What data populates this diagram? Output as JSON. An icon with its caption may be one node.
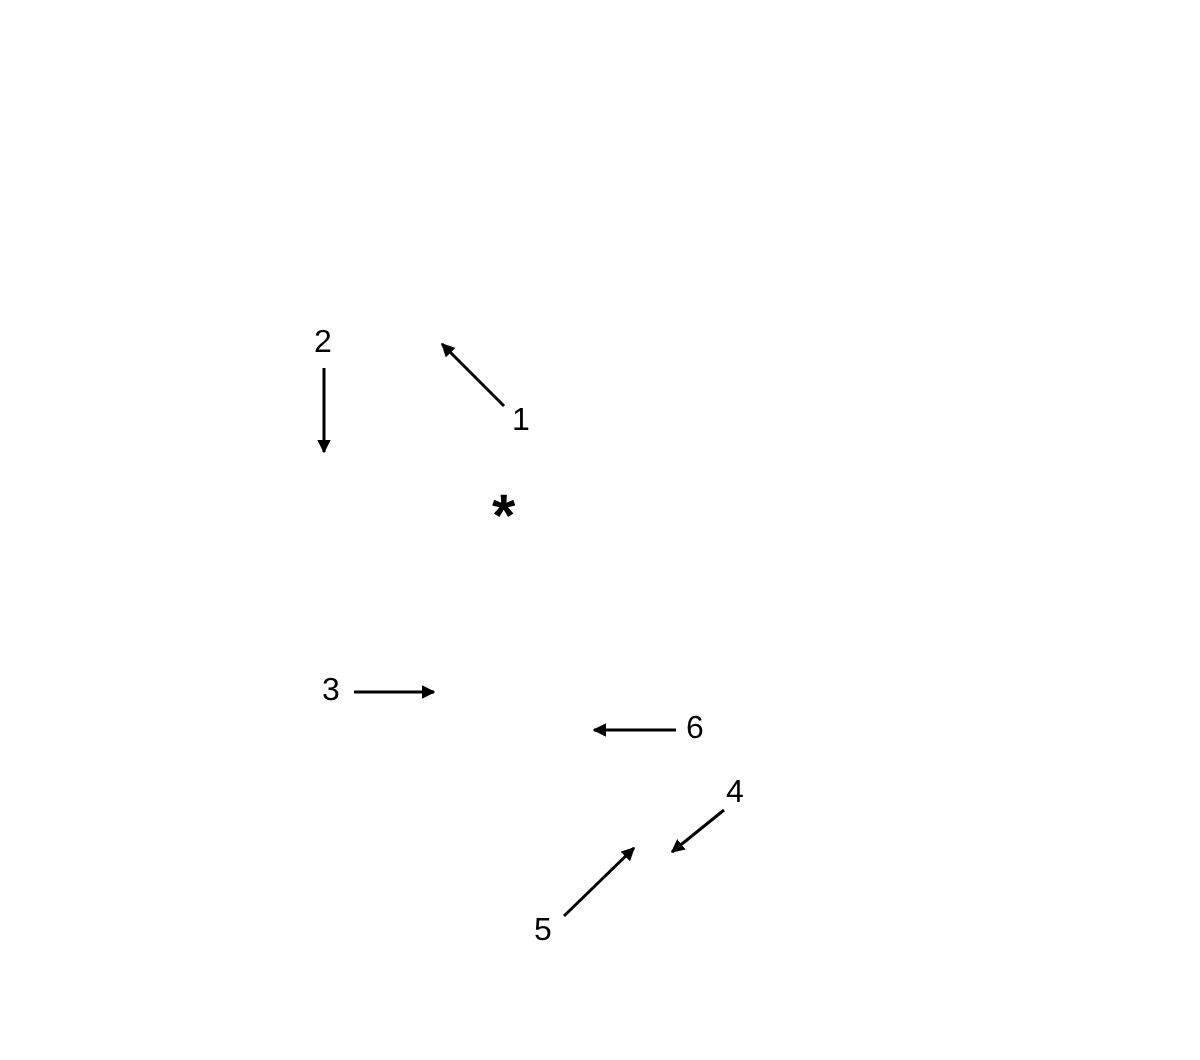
{
  "diagram": {
    "nodes": [
      {
        "text": [
          "2"
        ]
      },
      {
        "text": [
          "1"
        ]
      },
      {
        "text": [
          "3"
        ]
      },
      {
        "text": [
          "6"
        ]
      },
      {
        "text": [
          "4"
        ]
      },
      {
        "text": [
          "5"
        ]
      }
    ],
    "edges": [
      {
        "from": 0,
        "to": null,
        "arrow": "to"
      },
      {
        "from": 1,
        "to": null,
        "arrow": "to"
      },
      {
        "from": 2,
        "to": null,
        "arrow": "to"
      },
      {
        "from": 3,
        "to": null,
        "arrow": "to"
      },
      {
        "from": 4,
        "to": null,
        "arrow": "to"
      },
      {
        "from": 5,
        "to": null,
        "arrow": "to"
      }
    ],
    "labels": [
      "*"
    ]
  }
}
